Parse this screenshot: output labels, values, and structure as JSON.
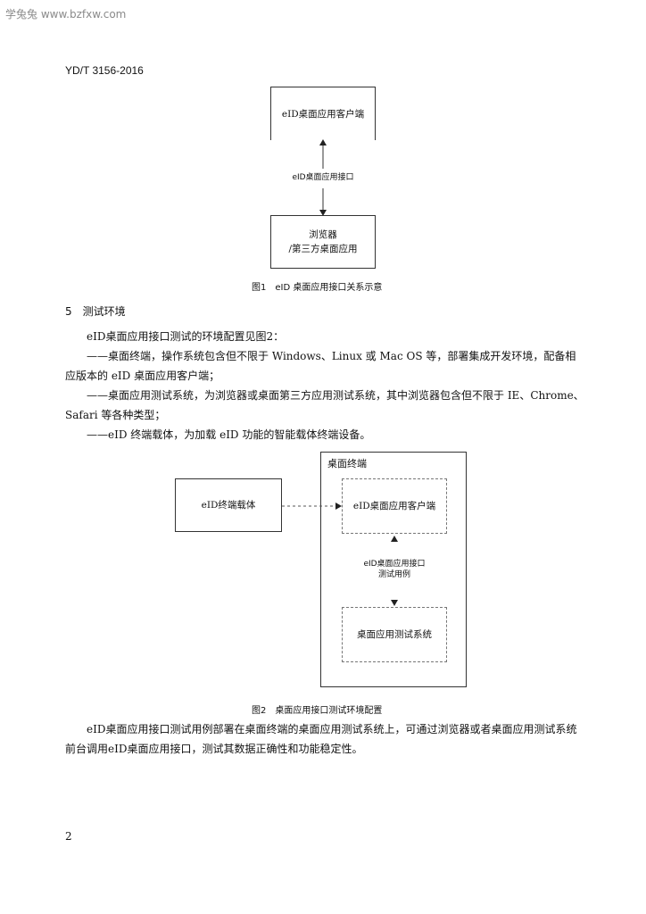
{
  "watermark": "学兔兔 www.bzfxw.com",
  "header": {
    "standard_number": "YD/T 3156-2016"
  },
  "figure1": {
    "top_box": "eID桌面应用客户端",
    "interface_label": "eID桌面应用接口",
    "bottom_box_line1": "浏览器",
    "bottom_box_line2": "/第三方桌面应用",
    "caption": "图1　eID 桌面应用接口关系示意"
  },
  "section5": {
    "heading": "5　测试环境",
    "paragraphs": [
      "eID桌面应用接口测试的环境配置见图2：",
      "——桌面终端，操作系统包含但不限于 Windows、Linux 或 Mac OS 等，部署集成开发环境，配备相应版本的 eID 桌面应用客户端；",
      "——桌面应用测试系统，为浏览器或桌面第三方应用测试系统，其中浏览器包含但不限于 IE、Chrome、Safari 等各种类型；",
      "——eID 终端载体，为加载 eID 功能的智能载体终端设备。"
    ]
  },
  "figure2": {
    "outer_title": "桌面终端",
    "carrier_box": "eID终端载体",
    "client_box": "eID桌面应用客户端",
    "testcase_label_line1": "eID桌面应用接口",
    "testcase_label_line2": "测试用例",
    "test_system_box": "桌面应用测试系统",
    "caption": "图2　桌面应用接口测试环境配置"
  },
  "closing_paragraph": "eID桌面应用接口测试用例部署在桌面终端的桌面应用测试系统上，可通过浏览器或者桌面应用测试系统前台调用eID桌面应用接口，测试其数据正确性和功能稳定性。",
  "page_number": "2"
}
